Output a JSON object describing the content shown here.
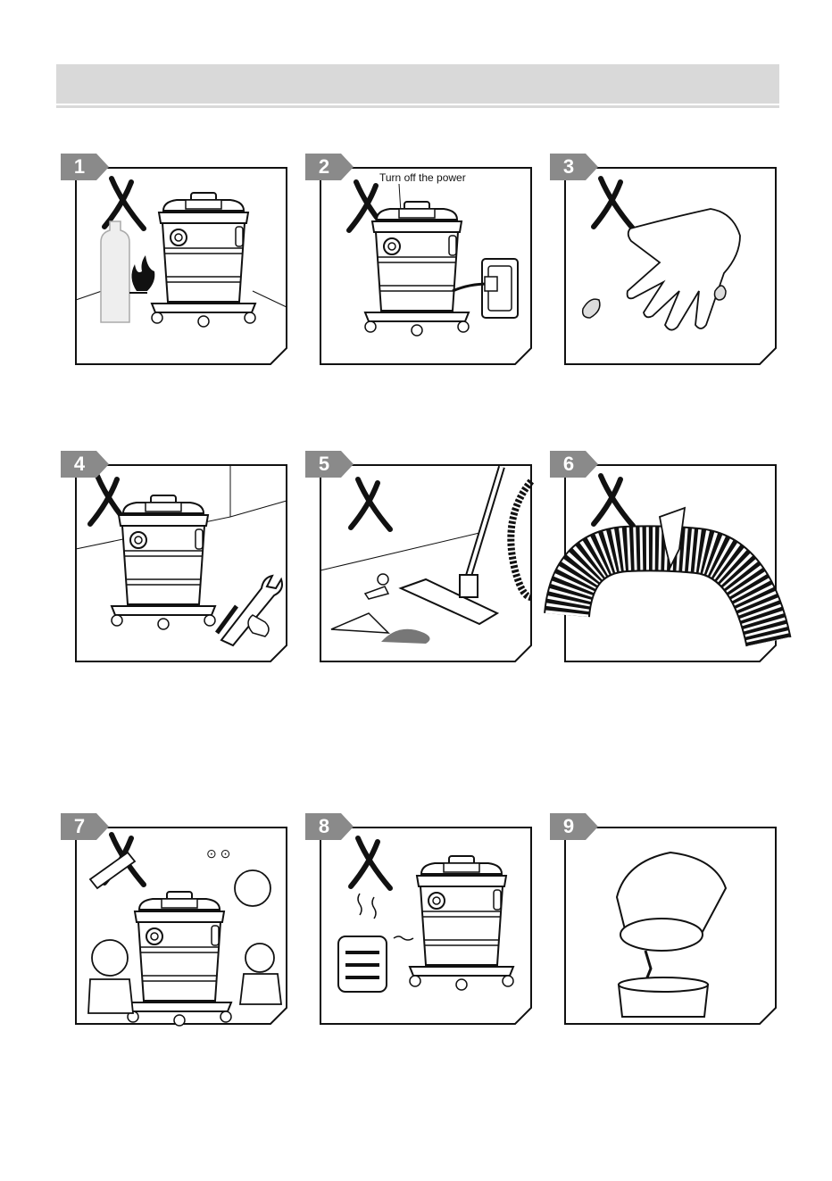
{
  "panels": [
    {
      "number": "1",
      "caption": "",
      "icon": "flammable-liquid-fire"
    },
    {
      "number": "2",
      "caption": "Turn off the power",
      "icon": "power-plug"
    },
    {
      "number": "3",
      "caption": "",
      "icon": "wet-hand"
    },
    {
      "number": "4",
      "caption": "",
      "icon": "tools-wrench-screwdriver"
    },
    {
      "number": "5",
      "caption": "",
      "icon": "sharp-debris-floor-nozzle"
    },
    {
      "number": "6",
      "caption": "",
      "icon": "torn-hose"
    },
    {
      "number": "7",
      "caption": "",
      "icon": "children-playing"
    },
    {
      "number": "8",
      "caption": "",
      "icon": "heater"
    },
    {
      "number": "9",
      "caption": "",
      "icon": "empty-tank-bin"
    }
  ],
  "colors": {
    "tab": "#8a8a8a",
    "header": "#d9d9d9",
    "line": "#111111"
  }
}
